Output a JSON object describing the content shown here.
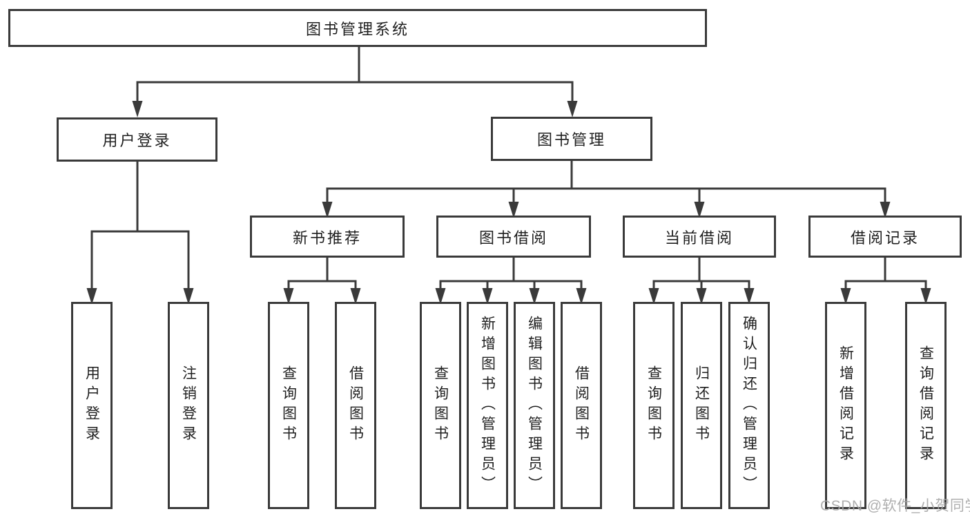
{
  "tree": {
    "label": "图书管理系统",
    "children": [
      {
        "label": "用户登录",
        "children": [
          {
            "label": "用户登录"
          },
          {
            "label": "注销登录"
          }
        ]
      },
      {
        "label": "图书管理",
        "children": [
          {
            "label": "新书推荐",
            "children": [
              {
                "label": "查询图书"
              },
              {
                "label": "借阅图书"
              }
            ]
          },
          {
            "label": "图书借阅",
            "children": [
              {
                "label": "查询图书"
              },
              {
                "label": "新增图书（管理员）"
              },
              {
                "label": "编辑图书（管理员）"
              },
              {
                "label": "借阅图书"
              }
            ]
          },
          {
            "label": "当前借阅",
            "children": [
              {
                "label": "查询图书"
              },
              {
                "label": "归还图书"
              },
              {
                "label": "确认归还（管理员）"
              }
            ]
          },
          {
            "label": "借阅记录",
            "children": [
              {
                "label": "新增借阅记录"
              },
              {
                "label": "查询借阅记录"
              }
            ]
          }
        ]
      }
    ]
  },
  "watermark": "CSDN @软件_小贺同学",
  "colors": {
    "line": "#3a3a3a",
    "text": "#1f1f1f",
    "background": "#ffffff",
    "watermark": "#a6a6a6"
  }
}
